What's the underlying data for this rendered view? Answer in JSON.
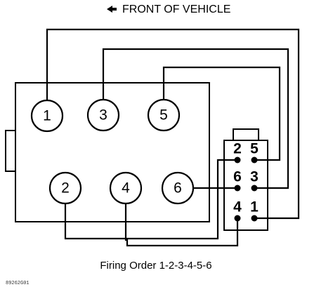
{
  "direction_label": "FRONT OF VEHICLE",
  "caption": "Firing Order 1-2-3-4-5-6",
  "image_code": "89262G01",
  "cylinders": {
    "c1": "1",
    "c2": "2",
    "c3": "3",
    "c4": "4",
    "c5": "5",
    "c6": "6"
  },
  "coil_pack": {
    "t1": "1",
    "t2": "2",
    "t3": "3",
    "t4": "4",
    "t5": "5",
    "t6": "6"
  },
  "icons": {
    "front_arrow": "left-arrow-icon"
  }
}
